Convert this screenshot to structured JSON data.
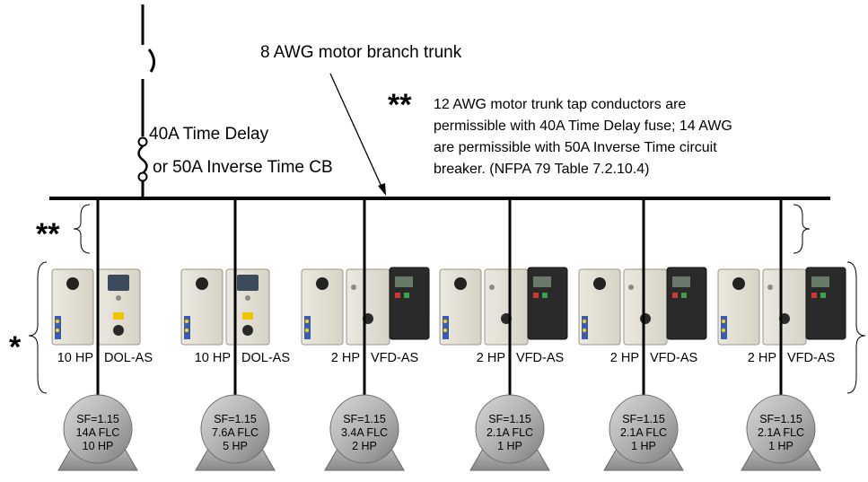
{
  "trunk_label": "8 AWG motor branch trunk",
  "protection": {
    "fuse_label": "40A Time Delay",
    "breaker_label": "or 50A Inverse Time CB"
  },
  "note": {
    "marker": "**",
    "lines": [
      "12 AWG motor trunk tap conductors are",
      "permissible with 40A Time Delay fuse; 14 AWG",
      "are permissible with 50A Inverse Time circuit",
      "breaker. (NFPA 79 Table 7.2.10.4)"
    ]
  },
  "tap_marker": "**",
  "starter_marker": "*",
  "branches": [
    {
      "starter_type": "DOL",
      "hp_label": "10 HP",
      "type_label": "DOL-AS",
      "motor": {
        "sf": "SF=1.15",
        "flc": "14A FLC",
        "hp": "10 HP"
      }
    },
    {
      "starter_type": "DOL",
      "hp_label": "10 HP",
      "type_label": "DOL-AS",
      "motor": {
        "sf": "SF=1.15",
        "flc": "7.6A FLC",
        "hp": "5 HP"
      }
    },
    {
      "starter_type": "VFD",
      "hp_label": "2 HP",
      "type_label": "VFD-AS",
      "motor": {
        "sf": "SF=1.15",
        "flc": "3.4A FLC",
        "hp": "2 HP"
      }
    },
    {
      "starter_type": "VFD",
      "hp_label": "2 HP",
      "type_label": "VFD-AS",
      "motor": {
        "sf": "SF=1.15",
        "flc": "2.1A FLC",
        "hp": "1 HP"
      }
    },
    {
      "starter_type": "VFD",
      "hp_label": "2 HP",
      "type_label": "VFD-AS",
      "motor": {
        "sf": "SF=1.15",
        "flc": "2.1A FLC",
        "hp": "1 HP"
      }
    },
    {
      "starter_type": "VFD",
      "hp_label": "2 HP",
      "type_label": "VFD-AS",
      "motor": {
        "sf": "SF=1.15",
        "flc": "2.1A FLC",
        "hp": "1 HP"
      }
    }
  ]
}
